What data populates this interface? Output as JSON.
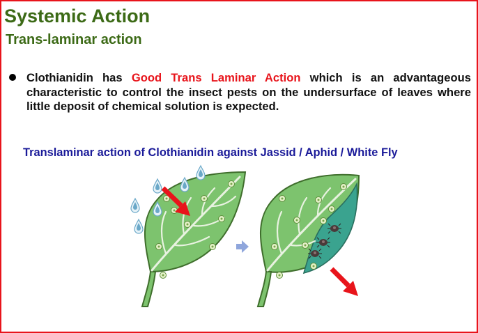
{
  "slide": {
    "title": "Systemic Action",
    "subtitle": "Trans-laminar action",
    "bullet": {
      "text_before": "Clothianidin has ",
      "highlight": "Good Trans Laminar Action",
      "text_after": " which is an advantageous characteristic to control the insect pests on the undersurface of leaves where little deposit of chemical solution is expected."
    },
    "caption": "Translaminar action of Clothianidin against Jassid / Aphid / White Fly"
  },
  "colors": {
    "border": "#e8141b",
    "title": "#3c6a16",
    "highlight": "#e8141b",
    "caption": "#1a1a99",
    "leaf_fill": "#7dc36e",
    "leaf_underside": "#3aa38f",
    "arrow_red": "#e8141b",
    "arrow_blue": "#8fa6dc",
    "droplet": "#6aa8c8"
  }
}
